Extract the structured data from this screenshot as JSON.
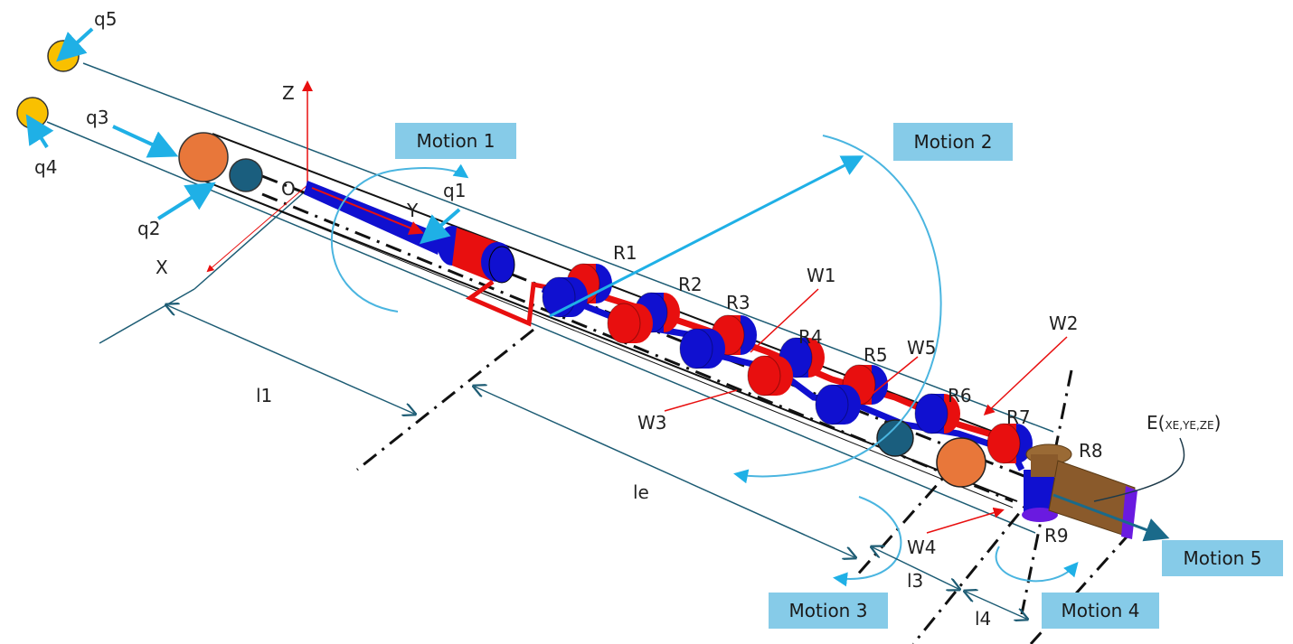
{
  "labels": {
    "q1": "q1",
    "q2": "q2",
    "q3": "q3",
    "q4": "q4",
    "q5": "q5",
    "origin": "O",
    "axis_x": "X",
    "axis_y": "Y",
    "axis_z": "Z",
    "R1": "R1",
    "R2": "R2",
    "R3": "R3",
    "R4": "R4",
    "R5": "R5",
    "R6": "R6",
    "R7": "R7",
    "R8": "R8",
    "R9": "R9",
    "W1": "W1",
    "W2": "W2",
    "W3": "W3",
    "W4": "W4",
    "W5": "W5",
    "l1": "l1",
    "le": "le",
    "l3": "l3",
    "l4": "l4",
    "end_effector_prefix": "E(",
    "end_effector_coords": "XE,YE,ZE",
    "end_effector_suffix": ")"
  },
  "motions": [
    "Motion 1",
    "Motion 2",
    "Motion 3",
    "Motion 4",
    "Motion 5"
  ],
  "colors": {
    "motion_box": "#86cbe8",
    "arrow_blue": "#1fb0e6",
    "outline": "#1d5c74",
    "red": "#e80f0f",
    "blue": "#1010d0",
    "orange": "#e8773a",
    "yellow": "#f9c000",
    "teal": "#1a5e7e",
    "brown": "#8a5a2b"
  }
}
